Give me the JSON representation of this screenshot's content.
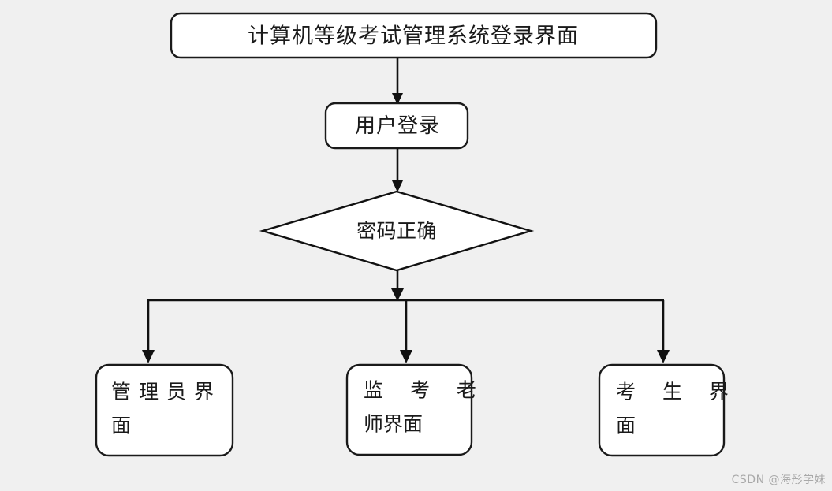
{
  "diagram": {
    "title_node": {
      "label": "计算机等级考试管理系统登录界面",
      "shape": "rounded-rectangle"
    },
    "login_node": {
      "label": "用户登录",
      "shape": "rounded-rectangle"
    },
    "decision_node": {
      "label": "密码正确",
      "shape": "diamond"
    },
    "leaf_nodes": [
      {
        "label": "管理员界面",
        "line1": "管理员界",
        "line2": "面",
        "shape": "rounded-rectangle"
      },
      {
        "label": "监考老师界面",
        "line1": "监 考 老",
        "line2": "师界面",
        "shape": "rounded-rectangle"
      },
      {
        "label": "考生界面",
        "line1": "考 生 界",
        "line2": "面",
        "shape": "rounded-rectangle"
      }
    ],
    "colors": {
      "background": "#f0f0f0",
      "node_fill": "#ffffff",
      "stroke": "#111111",
      "text": "#1a1a1a",
      "watermark": "#a9a9a9"
    }
  },
  "watermark": {
    "text": "CSDN @海彤学妹"
  }
}
